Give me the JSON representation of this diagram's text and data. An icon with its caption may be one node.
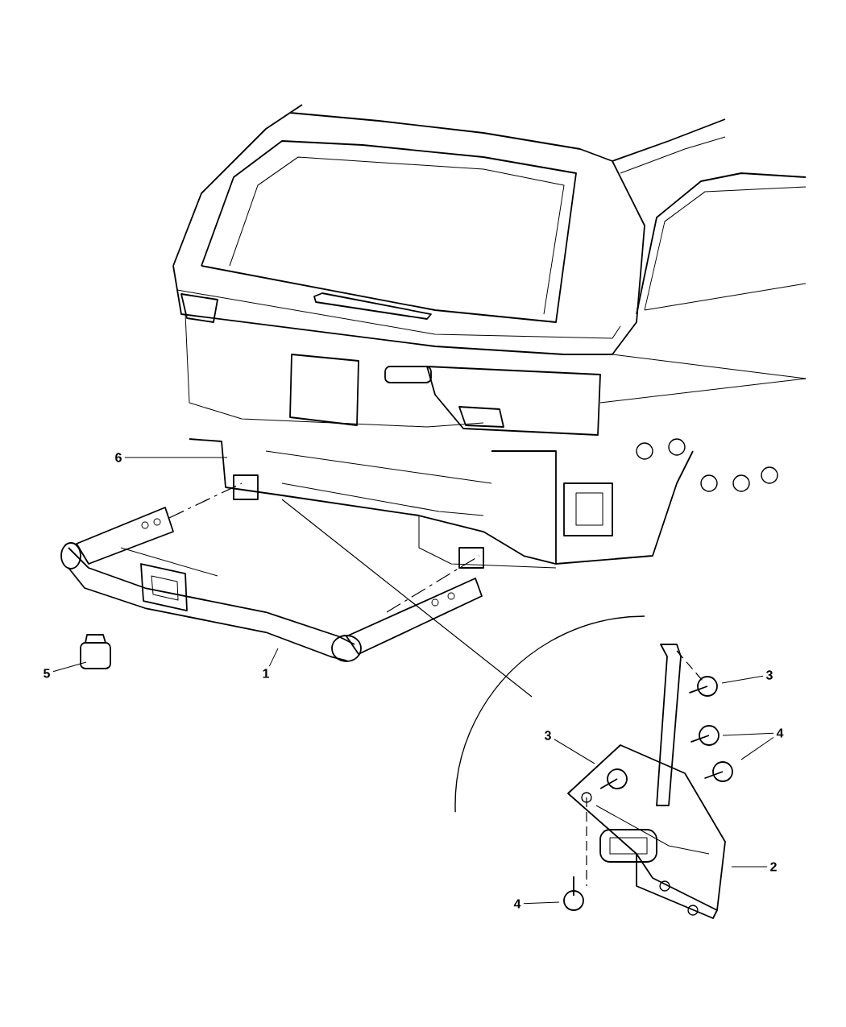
{
  "diagram": {
    "nodes": [
      {
        "text": [
          "6"
        ]
      },
      {
        "text": [
          "5"
        ]
      },
      {
        "text": [
          "1"
        ]
      },
      {
        "text": [
          "3"
        ]
      },
      {
        "text": [
          "3"
        ]
      },
      {
        "text": [
          "4"
        ]
      },
      {
        "text": [
          "2"
        ]
      },
      {
        "text": [
          "4"
        ]
      }
    ],
    "edges": [
      {
        "from": 0,
        "to": null,
        "arrow": "none"
      },
      {
        "from": 1,
        "to": null,
        "arrow": "none"
      },
      {
        "from": 2,
        "to": null,
        "arrow": "none"
      },
      {
        "from": 3,
        "to": null,
        "arrow": "none"
      },
      {
        "from": 4,
        "to": null,
        "arrow": "none"
      },
      {
        "from": 5,
        "to": null,
        "arrow": "none"
      },
      {
        "from": 5,
        "to": null,
        "arrow": "none"
      },
      {
        "from": 6,
        "to": null,
        "arrow": "none"
      },
      {
        "from": 7,
        "to": null,
        "arrow": "none"
      }
    ]
  }
}
